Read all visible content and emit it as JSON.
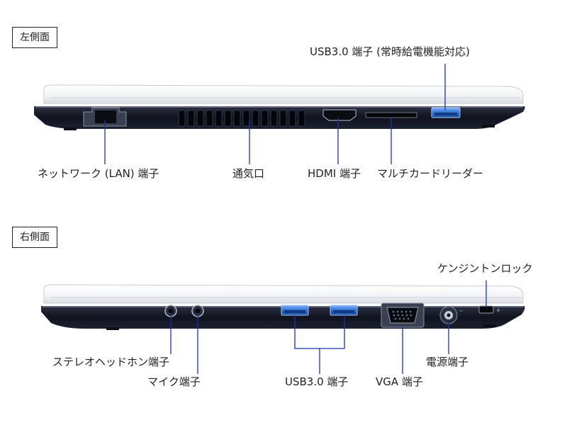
{
  "left_side": {
    "title": "左側面",
    "usb": "USB3.0 端子 (常時給電機能対応)",
    "lan": "ネットワーク (LAN) 端子",
    "vent": "通気口",
    "hdmi": "HDMI 端子",
    "card": "マルチカードリーダー"
  },
  "right_side": {
    "title": "右側面",
    "kensington": "ケンジントンロック",
    "headphone": "ステレオヘッドホン端子",
    "mic": "マイク端子",
    "usb": "USB3.0 端子",
    "vga": "VGA 端子",
    "power": "電源端子"
  },
  "colors": {
    "callout_line": "#1a33a8",
    "usb_port": "#2f6fcf",
    "body": "#151a2a",
    "lid": "#eef0f3"
  }
}
